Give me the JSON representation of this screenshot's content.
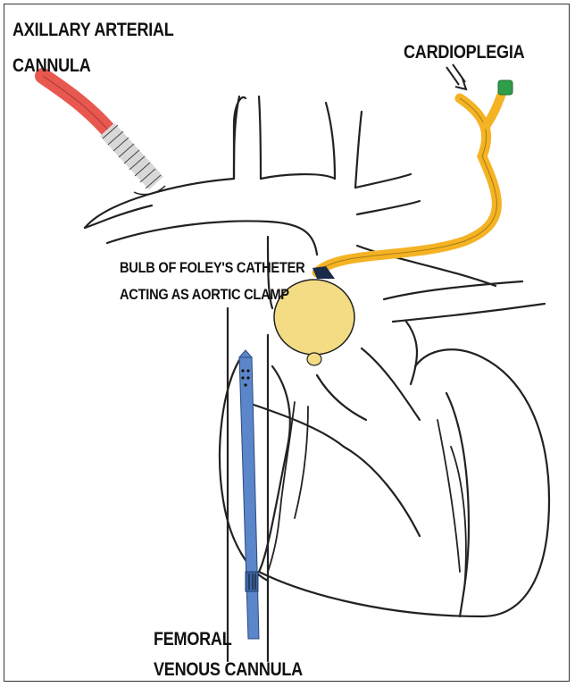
{
  "labels": {
    "axillary_line1": "AXILLARY ARTERIAL",
    "axillary_line2": "CANNULA",
    "cardioplegia": "CARDIOPLEGIA",
    "bulb_line1": "BULB OF FOLEY'S CATHETER",
    "bulb_line2": "ACTING AS AORTIC CLAMP",
    "femoral_line1": "FEMORAL",
    "femoral_line2": "VENOUS CANNULA"
  },
  "colors": {
    "outline": "#222222",
    "arterial_cannula": "#e8584f",
    "foley_catheter": "#f4b324",
    "foley_bulb": "#f3dc83",
    "foley_valve": "#2e9e4a",
    "venous_cannula": "#5b86c9"
  }
}
